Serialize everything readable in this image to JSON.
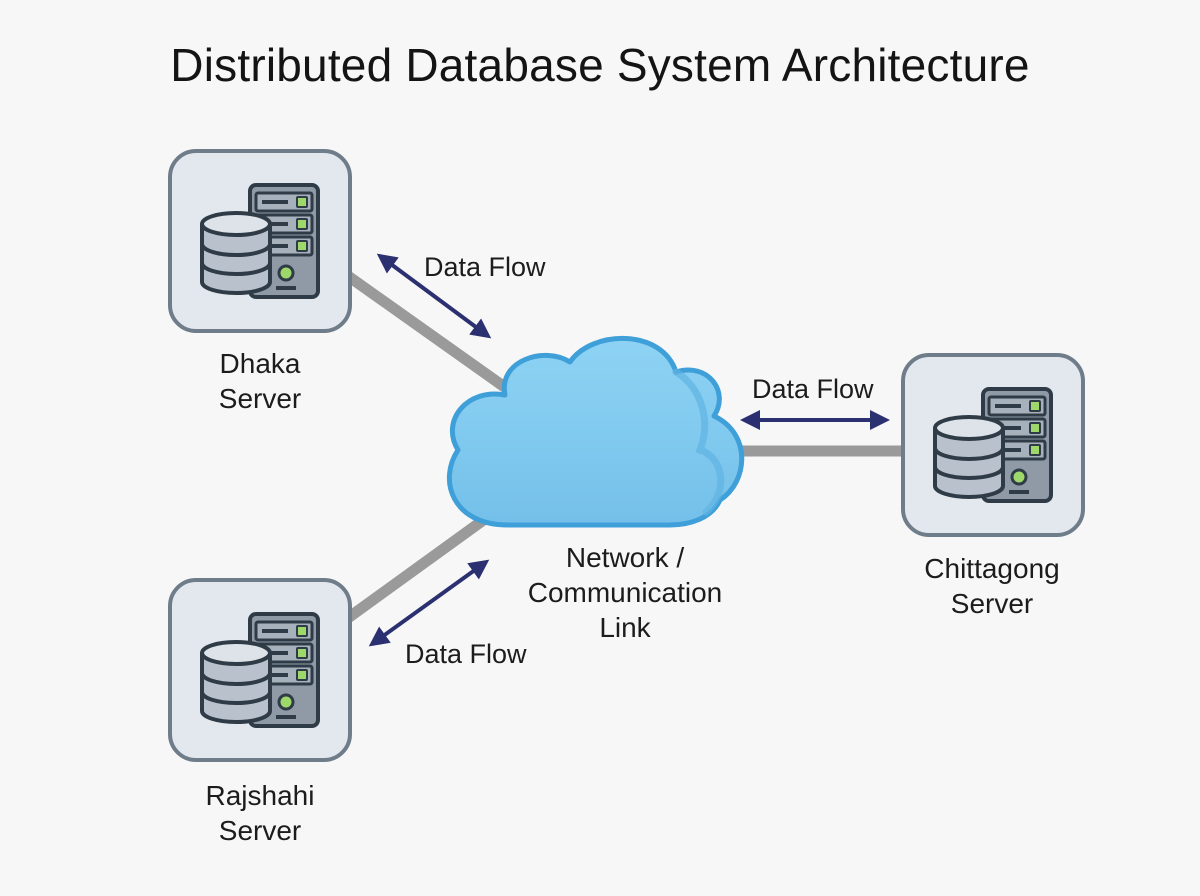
{
  "title": "Distributed Database System Architecture",
  "colors": {
    "background": "#f7f7f7",
    "link": "#9a9a9a",
    "arrow": "#2b3070",
    "cloud_fill": "#7fc8ee",
    "cloud_stroke": "#3f9fd8",
    "node_fill": "#e3e8ee",
    "node_stroke": "#6f7c8a",
    "db_fill": "#b9c2cc",
    "server_fill": "#8f9aa6",
    "server_light": "#9ed86a",
    "icon_stroke": "#2f3c47"
  },
  "network": {
    "label_line1": "Network /",
    "label_line2": "Communication",
    "label_line3": "Link",
    "icon": "cloud-icon"
  },
  "servers": [
    {
      "id": "dhaka",
      "name_line1": "Dhaka",
      "name_line2": "Server",
      "icon": "database-server-icon"
    },
    {
      "id": "rajshahi",
      "name_line1": "Rajshahi",
      "name_line2": "Server",
      "icon": "database-server-icon"
    },
    {
      "id": "chittagong",
      "name_line1": "Chittagong",
      "name_line2": "Server",
      "icon": "database-server-icon"
    }
  ],
  "flows": [
    {
      "between": "dhaka-network",
      "label": "Data Flow"
    },
    {
      "between": "rajshahi-network",
      "label": "Data Flow"
    },
    {
      "between": "chittagong-network",
      "label": "Data Flow"
    }
  ]
}
